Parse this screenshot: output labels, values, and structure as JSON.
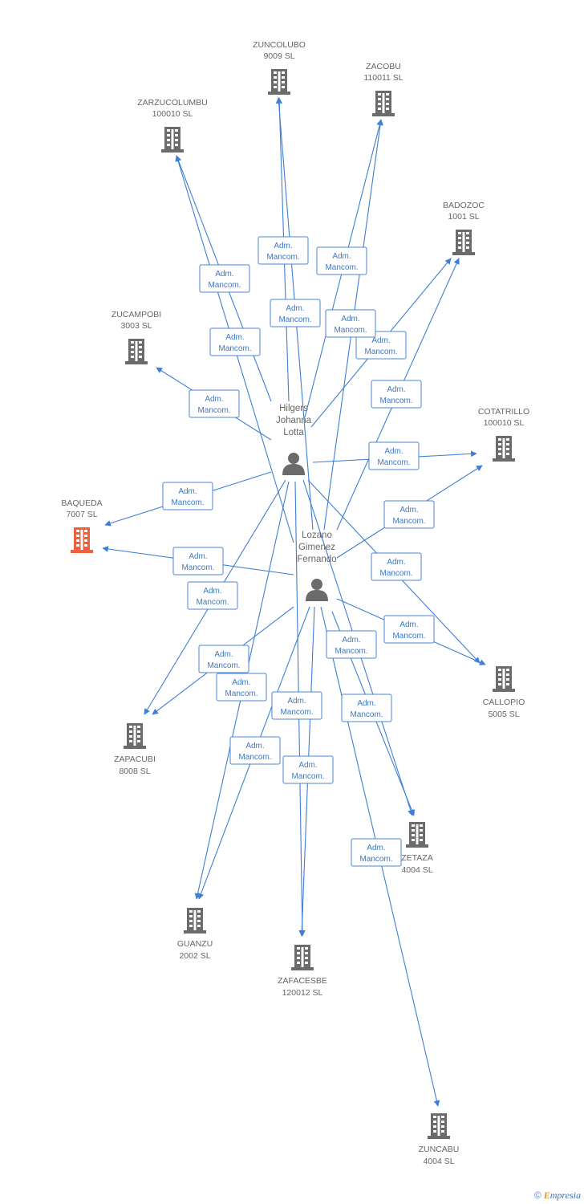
{
  "colors": {
    "edge": "#3f7fd3",
    "company": "#6b6b6b",
    "highlight": "#f0603a",
    "person": "#6b6b6b"
  },
  "edge_label": {
    "line1": "Adm.",
    "line2": "Mancom."
  },
  "persons": [
    {
      "id": "hilgers",
      "lines": [
        "Hilgers",
        "Johanna",
        "Lotta"
      ]
    },
    {
      "id": "lozano",
      "lines": [
        "Lozano",
        "Gimenez",
        "Fernando"
      ]
    }
  ],
  "companies": [
    {
      "id": "zuncolubo",
      "name": "ZUNCOLUBO",
      "sub": "9009 SL"
    },
    {
      "id": "zacobu",
      "name": "ZACOBU",
      "sub": "110011 SL"
    },
    {
      "id": "zarzucolumbu",
      "name": "ZARZUCOLUMBU",
      "sub": "100010 SL"
    },
    {
      "id": "badozoc",
      "name": "BADOZOC",
      "sub": "1001 SL"
    },
    {
      "id": "zucampobi",
      "name": "ZUCAMPOBI",
      "sub": "3003 SL"
    },
    {
      "id": "cotatrillo",
      "name": "COTATRILLO",
      "sub": "100010 SL"
    },
    {
      "id": "baqueda",
      "name": "BAQUEDA",
      "sub": "7007 SL",
      "highlight": true
    },
    {
      "id": "callopio",
      "name": "CALLOPIO",
      "sub": "5005 SL"
    },
    {
      "id": "zapacubi",
      "name": "ZAPACUBI",
      "sub": "8008 SL"
    },
    {
      "id": "zetaza",
      "name": "ZETAZA",
      "sub": "4004 SL"
    },
    {
      "id": "guanzu",
      "name": "GUANZU",
      "sub": "2002 SL"
    },
    {
      "id": "zafacesbe",
      "name": "ZAFACESBE",
      "sub": "120012 SL"
    },
    {
      "id": "zuncabu",
      "name": "ZUNCABU",
      "sub": "4004 SL"
    }
  ],
  "edges": [
    {
      "from": "hilgers",
      "to": "zuncolubo"
    },
    {
      "from": "hilgers",
      "to": "zacobu"
    },
    {
      "from": "hilgers",
      "to": "zarzucolumbu"
    },
    {
      "from": "hilgers",
      "to": "badozoc"
    },
    {
      "from": "hilgers",
      "to": "zucampobi"
    },
    {
      "from": "hilgers",
      "to": "cotatrillo"
    },
    {
      "from": "hilgers",
      "to": "baqueda"
    },
    {
      "from": "hilgers",
      "to": "callopio"
    },
    {
      "from": "hilgers",
      "to": "zapacubi"
    },
    {
      "from": "hilgers",
      "to": "zetaza"
    },
    {
      "from": "hilgers",
      "to": "guanzu"
    },
    {
      "from": "hilgers",
      "to": "zafacesbe"
    },
    {
      "from": "lozano",
      "to": "zuncolubo"
    },
    {
      "from": "lozano",
      "to": "zacobu"
    },
    {
      "from": "lozano",
      "to": "zarzucolumbu"
    },
    {
      "from": "lozano",
      "to": "badozoc"
    },
    {
      "from": "lozano",
      "to": "cotatrillo"
    },
    {
      "from": "lozano",
      "to": "baqueda"
    },
    {
      "from": "lozano",
      "to": "callopio"
    },
    {
      "from": "lozano",
      "to": "zapacubi"
    },
    {
      "from": "lozano",
      "to": "zetaza"
    },
    {
      "from": "lozano",
      "to": "guanzu"
    },
    {
      "from": "lozano",
      "to": "zafacesbe"
    },
    {
      "from": "lozano",
      "to": "zuncabu"
    }
  ],
  "footer": {
    "copyright": "©",
    "brand_first": "E",
    "brand_rest": "mpresia"
  }
}
